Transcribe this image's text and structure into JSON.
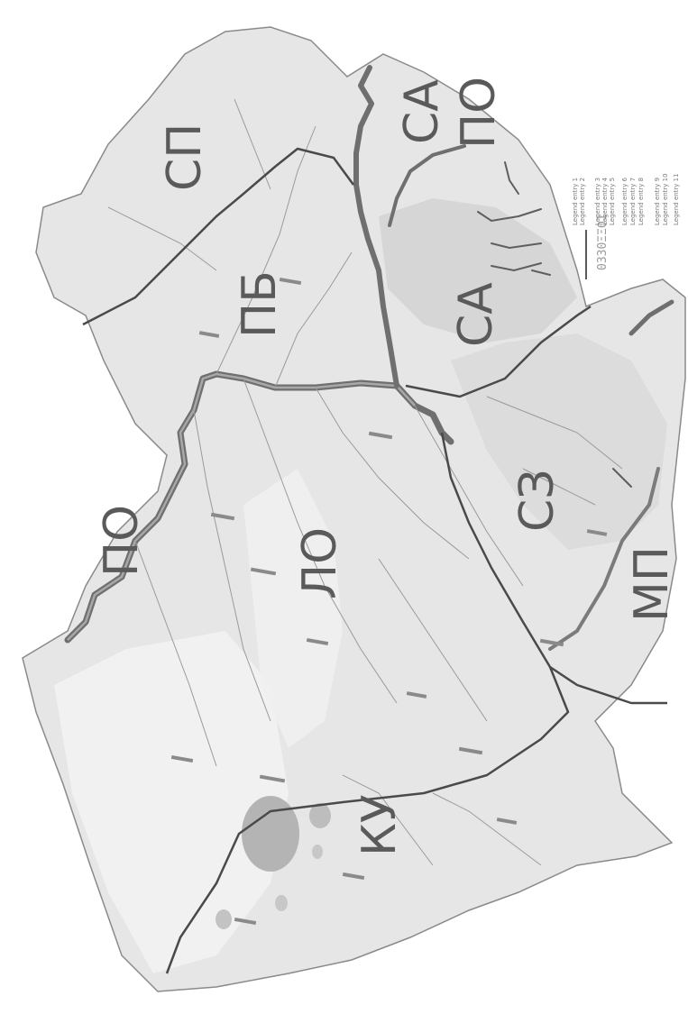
{
  "map": {
    "region_labels": [
      "СП",
      "ПБ",
      "СА",
      "ПО",
      "СА",
      "ПО",
      "ЛО",
      "СЗ",
      "МП",
      "КУ"
    ],
    "legend": {
      "code_text": "0330ΞΞΘ1",
      "entries": [
        "Legend entry 1",
        "Legend entry 2",
        "Legend entry 3",
        "Legend entry 4",
        "Legend entry 5",
        "Legend entry 6",
        "Legend entry 7",
        "Legend entry 8",
        "Legend entry 9",
        "Legend entry 10",
        "Legend entry 11"
      ]
    },
    "colors": {
      "land": "#e6e6e6",
      "land_light": "#f1f1f1",
      "relief": "#d2d2d2",
      "boundary": "#4a4a4a",
      "river": "#6f6f6f",
      "water": "#9c9c9c",
      "text": "#5a5a5a"
    }
  }
}
